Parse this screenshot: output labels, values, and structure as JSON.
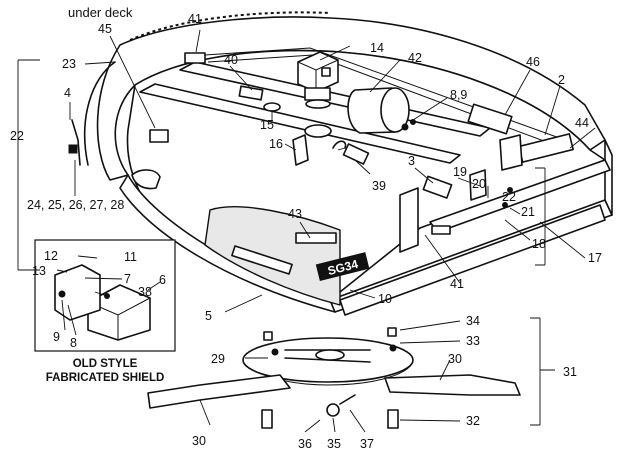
{
  "header": {
    "under_deck": "under deck"
  },
  "deck": {
    "decal_text": "SG34"
  },
  "inset": {
    "caption_line1": "OLD STYLE",
    "caption_line2": "FABRICATED SHIELD"
  },
  "labels": {
    "p2": "2",
    "p3": "3",
    "p4": "4",
    "p5": "5",
    "p6": "6",
    "p7": "7",
    "p8": "8",
    "p8_9": "8,9",
    "p9": "9",
    "p10": "10",
    "p11": "11",
    "p12": "12",
    "p13": "13",
    "p14": "14",
    "p15": "15",
    "p16": "16",
    "p17": "17",
    "p18": "18",
    "p19": "19",
    "p20": "20",
    "p21": "21",
    "p22_left": "22",
    "p22_right": "22",
    "p23": "23",
    "p24_28": "24, 25, 26, 27, 28",
    "p29": "29",
    "p30_right": "30",
    "p30_bottom": "30",
    "p31": "31",
    "p32": "32",
    "p33": "33",
    "p34": "34",
    "p35": "35",
    "p36": "36",
    "p37": "37",
    "p38": "38",
    "p39": "39",
    "p40": "40",
    "p41_top": "41",
    "p41_bottom": "41",
    "p42": "42",
    "p43": "43",
    "p44": "44",
    "p45": "45",
    "p46": "46"
  }
}
